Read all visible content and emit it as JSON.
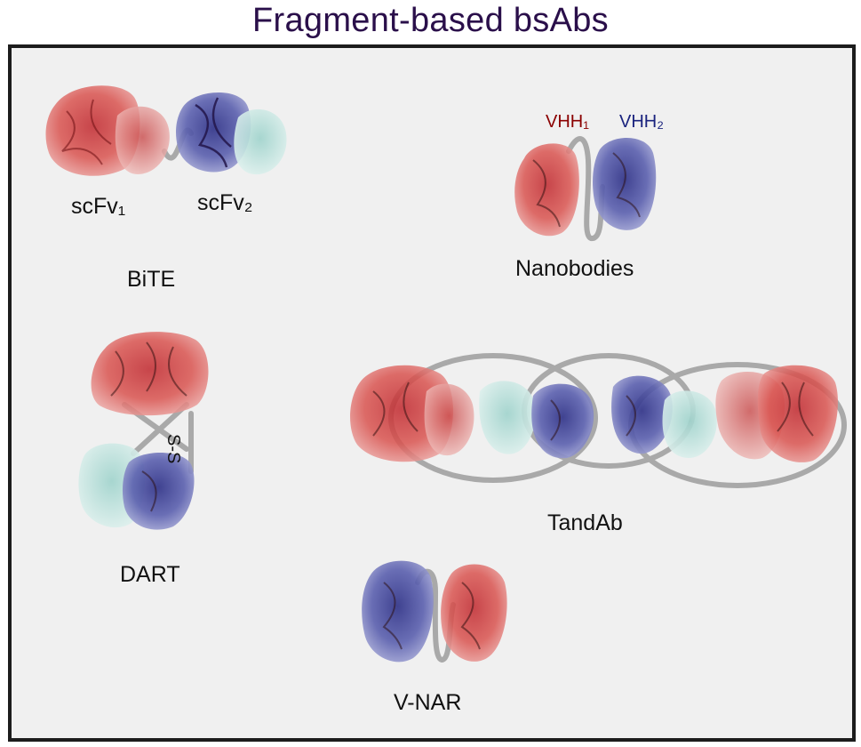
{
  "title": "Fragment-based bsAbs",
  "labels": {
    "scfv1": "scFv₁",
    "scfv2": "scFv₂",
    "bite": "BiTE",
    "vhh1": "VHH₁",
    "vhh2": "VHH₂",
    "nanobodies": "Nanobodies",
    "ss_bond": "S-S",
    "dart": "DART",
    "tandab": "TandAb",
    "vnar": "V-NAR"
  },
  "colors": {
    "red_domain": "#d9534f",
    "blue_domain": "#4a4f9e",
    "cyan_domain": "#b9e1dc",
    "linker": "#a9a9a9",
    "vhh1_text": "#8b0000",
    "vhh2_text": "#1a237e"
  }
}
